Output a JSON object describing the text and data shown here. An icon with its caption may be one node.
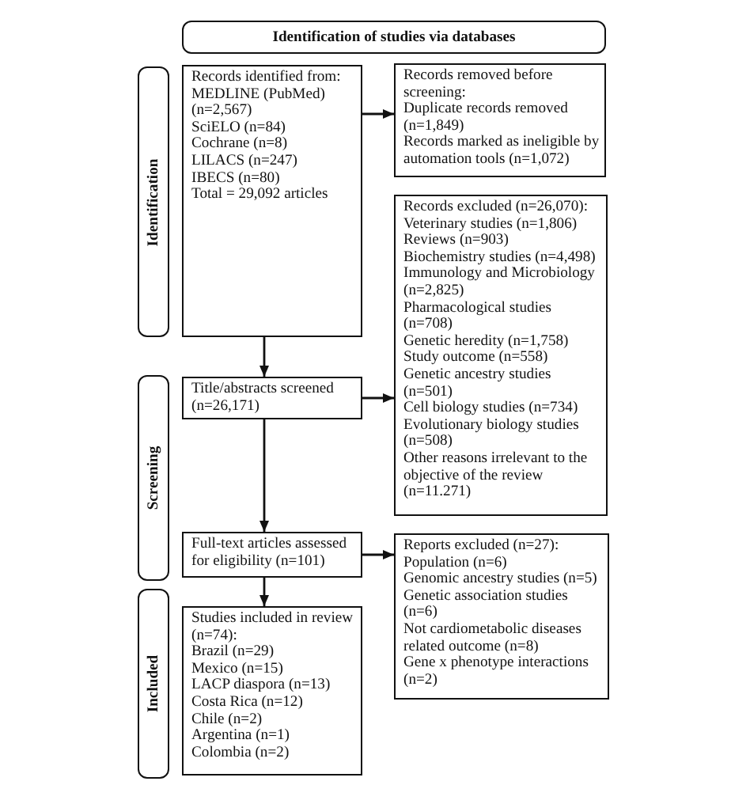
{
  "diagram": {
    "nodes": [
      {
        "text": [
          "Identification of studies via databases"
        ]
      },
      {
        "text": [
          "Identification"
        ]
      },
      {
        "text": [
          "Records identified from:",
          "MEDLINE (PubMed) (n=2,567)",
          "SciELO (n=84)",
          "Cochrane (n=8)",
          "LILACS (n=247)",
          "IBECS (n=80)",
          "Total = 29,092 articles"
        ]
      },
      {
        "text": [
          "Records removed before screening:",
          "Duplicate records removed (n=1,849)",
          "Records marked as ineligible by automation tools (n=1,072)"
        ]
      },
      {
        "text": [
          "Screening"
        ]
      },
      {
        "text": [
          "Title/abstracts screened (n=26,171)"
        ]
      },
      {
        "text": [
          "Records excluded (n=26,070):",
          "Veterinary studies (n=1,806)",
          "Reviews (n=903)",
          "Biochemistry studies (n=4,498)",
          "Immunology and Microbiology (n=2,825)",
          "Pharmacological studies (n=708)",
          "Genetic heredity (n=1,758)",
          "Study outcome (n=558)",
          "Genetic ancestry studies (n=501)",
          "Cell biology studies (n=734)",
          "Evolutionary biology studies (n=508)",
          "Other reasons irrelevant to the objective of the review (n=11.271)"
        ]
      },
      {
        "text": [
          "Full-text articles assessed for eligibility (n=101)"
        ]
      },
      {
        "text": [
          "Reports excluded (n=27):",
          "Population (n=6)",
          "Genomic ancestry studies (n=5)",
          "Genetic association studies (n=6)",
          "Not cardiometabolic diseases related outcome (n=8)",
          "Gene x phenotype interactions (n=2)"
        ]
      },
      {
        "text": [
          "Included"
        ]
      },
      {
        "text": [
          "Studies included in review (n=74):",
          "Brazil (n=29)",
          "Mexico (n=15)",
          "LACP diaspora (n=13)",
          "Costa Rica (n=12)",
          "Chile (n=2)",
          "Argentina (n=1)",
          "Colombia (n=2)"
        ]
      }
    ],
    "edges": [
      {
        "from": 2,
        "to": 3,
        "arrow": "to"
      },
      {
        "from": 2,
        "to": 5,
        "arrow": "to"
      },
      {
        "from": 5,
        "to": 6,
        "arrow": "to"
      },
      {
        "from": 5,
        "to": 7,
        "arrow": "to"
      },
      {
        "from": 7,
        "to": 8,
        "arrow": "to"
      },
      {
        "from": 7,
        "to": 10,
        "arrow": "to"
      }
    ]
  }
}
